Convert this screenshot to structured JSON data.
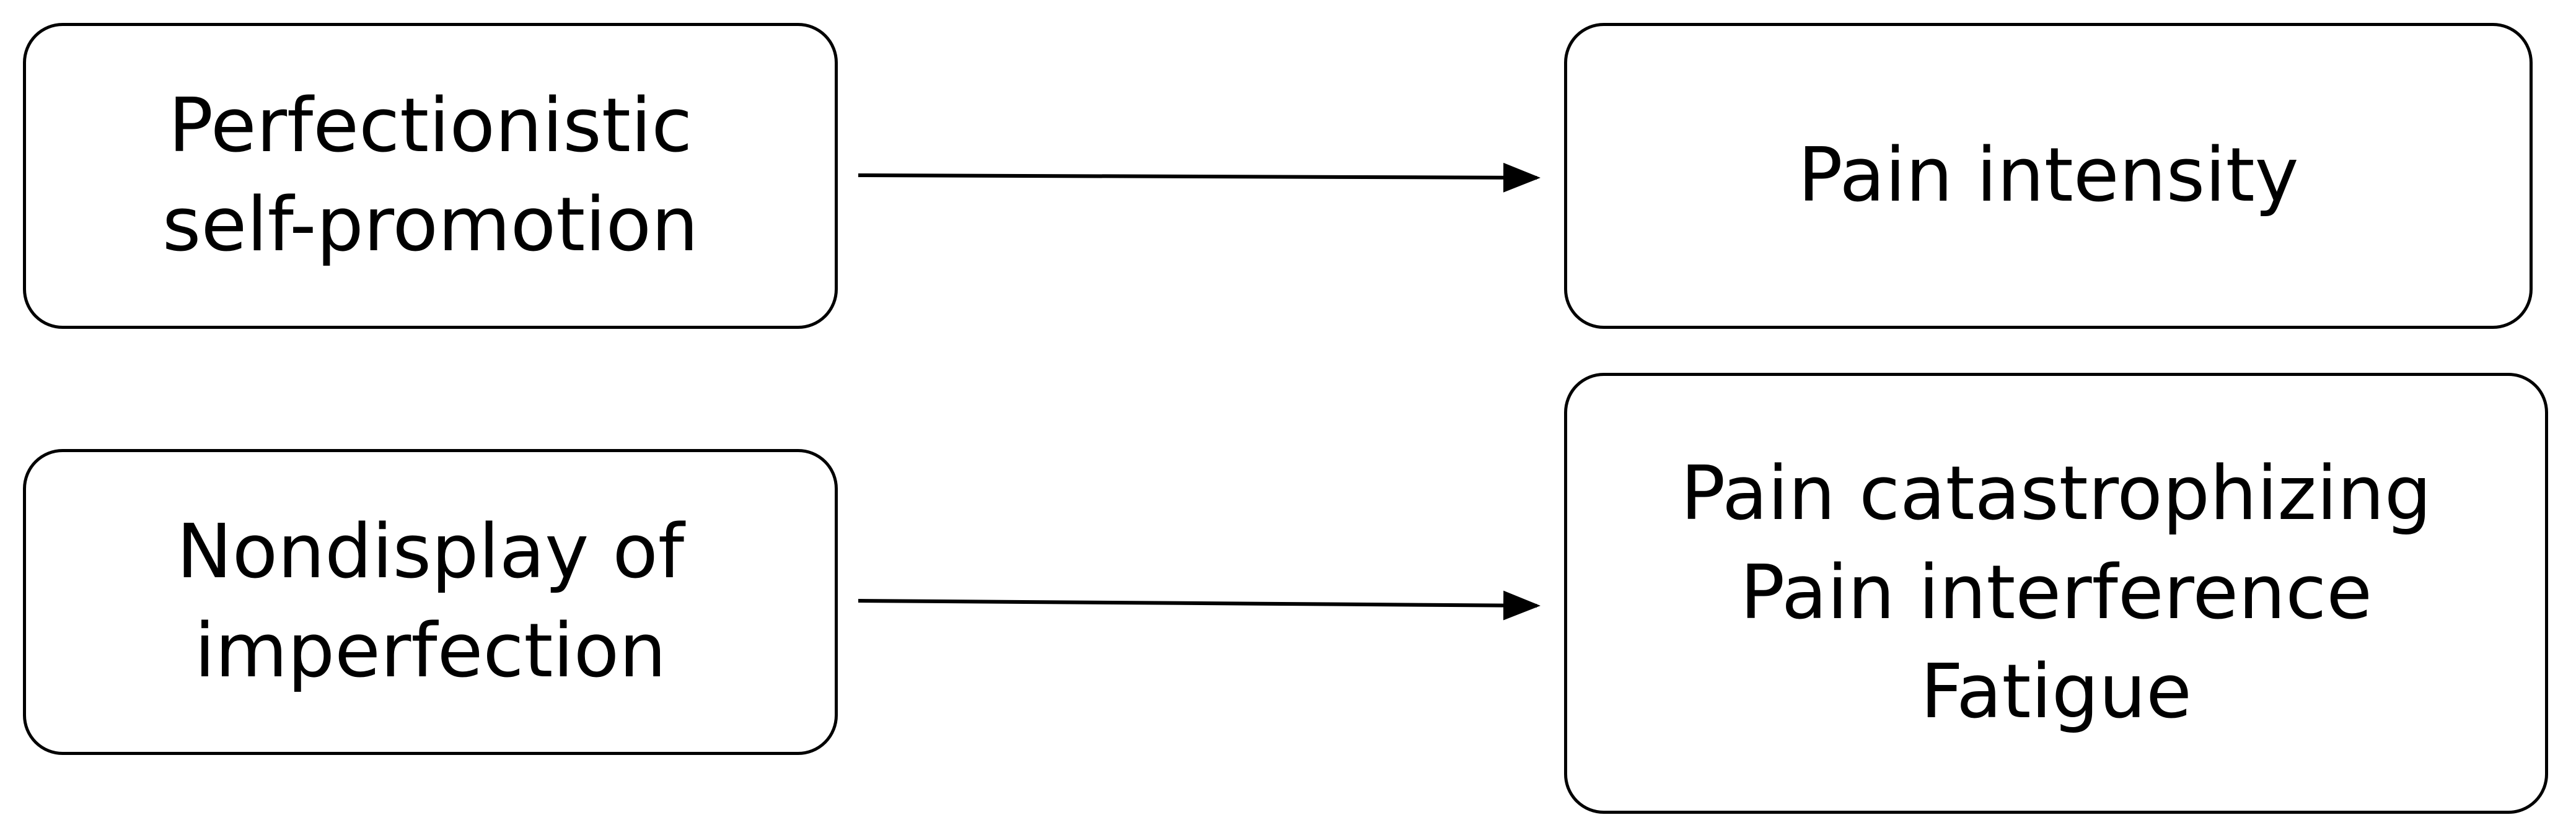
{
  "diagram": {
    "boxes": {
      "top_left": {
        "lines": [
          "Perfectionistic",
          "self-promotion"
        ]
      },
      "bottom_left": {
        "lines": [
          "Nondisplay of",
          "imperfection"
        ]
      },
      "top_right": {
        "lines": [
          "Pain intensity"
        ]
      },
      "bottom_right": {
        "lines": [
          "Pain catastrophizing",
          "Pain interference",
          "Fatigue"
        ]
      }
    },
    "arrows": [
      {
        "from": "top_left",
        "to": "top_right"
      },
      {
        "from": "bottom_left",
        "to": "bottom_right"
      }
    ],
    "colors": {
      "stroke": "#000000",
      "background": "#ffffff"
    }
  }
}
